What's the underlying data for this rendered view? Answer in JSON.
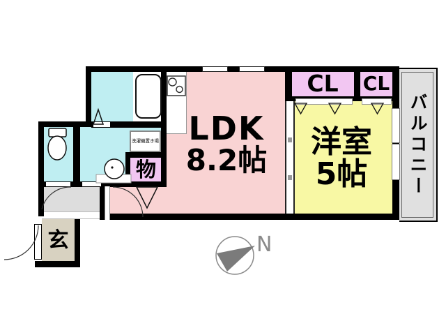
{
  "plan": {
    "title": "apartment-floor-plan",
    "rooms": {
      "ldk": {
        "name": "LDK",
        "size": "8.2帖"
      },
      "western_room": {
        "name": "洋室",
        "size": "5帖"
      },
      "closet_left": {
        "label": "CL"
      },
      "closet_right": {
        "label": "CL"
      },
      "storage": {
        "label": "物"
      },
      "entrance": {
        "label": "玄"
      },
      "balcony": {
        "label": "バルコニー"
      },
      "laundry_area": {
        "label": "洗濯機置き場"
      }
    },
    "compass": {
      "label": "N"
    },
    "colors": {
      "wall": "#000000",
      "ldk_fill": "#f9d3d3",
      "western_room_fill": "#f8f8a4",
      "wet_area_fill": "#bfeef2",
      "closet_fill": "#f2c6f2",
      "balcony_fill": "#e0e0e0",
      "hall_fill": "#dddddd",
      "entrance_fill": "#d8d2c1",
      "compass_gray": "#7b7b7b"
    }
  }
}
